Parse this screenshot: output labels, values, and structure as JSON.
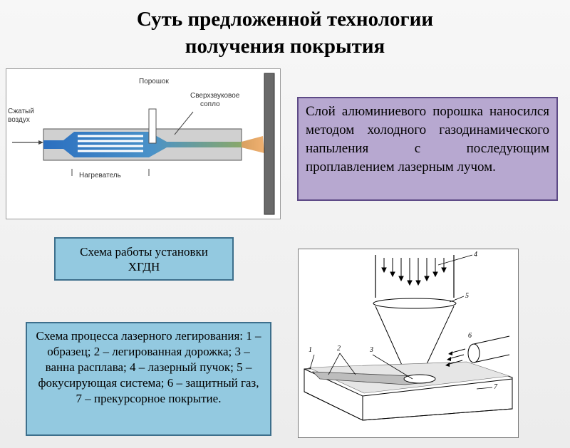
{
  "title": {
    "line1": "Суть предложенной технологии",
    "line2": "получения покрытия"
  },
  "nozzle_diagram": {
    "label_air": [
      "Сжатый",
      "воздух"
    ],
    "label_powder": "Порошок",
    "label_nozzle": [
      "Сверхзвуковое",
      "сопло"
    ],
    "label_heater": "Нагреватель"
  },
  "description": "Слой алюминиевого порошка наносился методом холодного газодинамического напыления с последующим проплавлением лазерным лучом.",
  "caption_hgdn": {
    "line1": "Схема работы установки",
    "line2": "ХГДН"
  },
  "caption_laser": "Схема процесса лазерного легирования: 1 – образец; 2 – легированная дорожка; 3 – ванна расплава; 4 – лазерный пучок; 5 – фокусирующая система; 6 – защитный газ, 7 – прекурсорное покрытие.",
  "laser_diagram": {
    "numbers": [
      "1",
      "2",
      "3",
      "4",
      "5",
      "6",
      "7"
    ]
  },
  "colors": {
    "description_bg": "#b7a8d0",
    "caption_bg": "#93c9e0",
    "jet": "#e89a4a",
    "nozzle_body": "#cfcfcf"
  }
}
